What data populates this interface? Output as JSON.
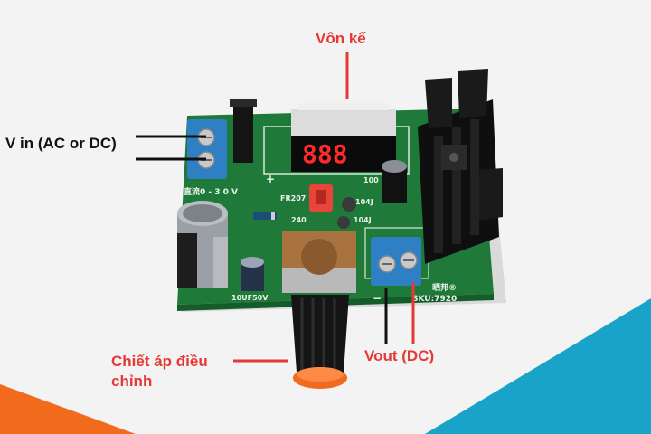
{
  "labels": {
    "voltmeter": "Vôn kế",
    "vin": "V in (AC or DC)",
    "potentiometer_line1": "Chiết áp điều",
    "potentiometer_line2": "chỉnh",
    "vout": "Vout (DC)"
  },
  "board_markings": {
    "input_range": "直流0 - 3 0 V",
    "diode": "FR207",
    "cap_main": "10UF50V",
    "cap_104_a": "104J",
    "cap_104_b": "104J",
    "resistor_240": "240",
    "cap_100": "100",
    "brand": "晒邦®",
    "sku": "SKU:7920",
    "plus_sign": "+",
    "minus_sign": "−"
  },
  "colors": {
    "pcb": "#1f7a3a",
    "pcb_dark": "#155c2b",
    "annotation_red": "#e53935",
    "annotation_black": "#111111",
    "terminal_blue": "#2f7fc4",
    "orange_accent": "#f26a1b",
    "teal_accent": "#1aa3c8",
    "display_red": "#ff2a2a"
  }
}
